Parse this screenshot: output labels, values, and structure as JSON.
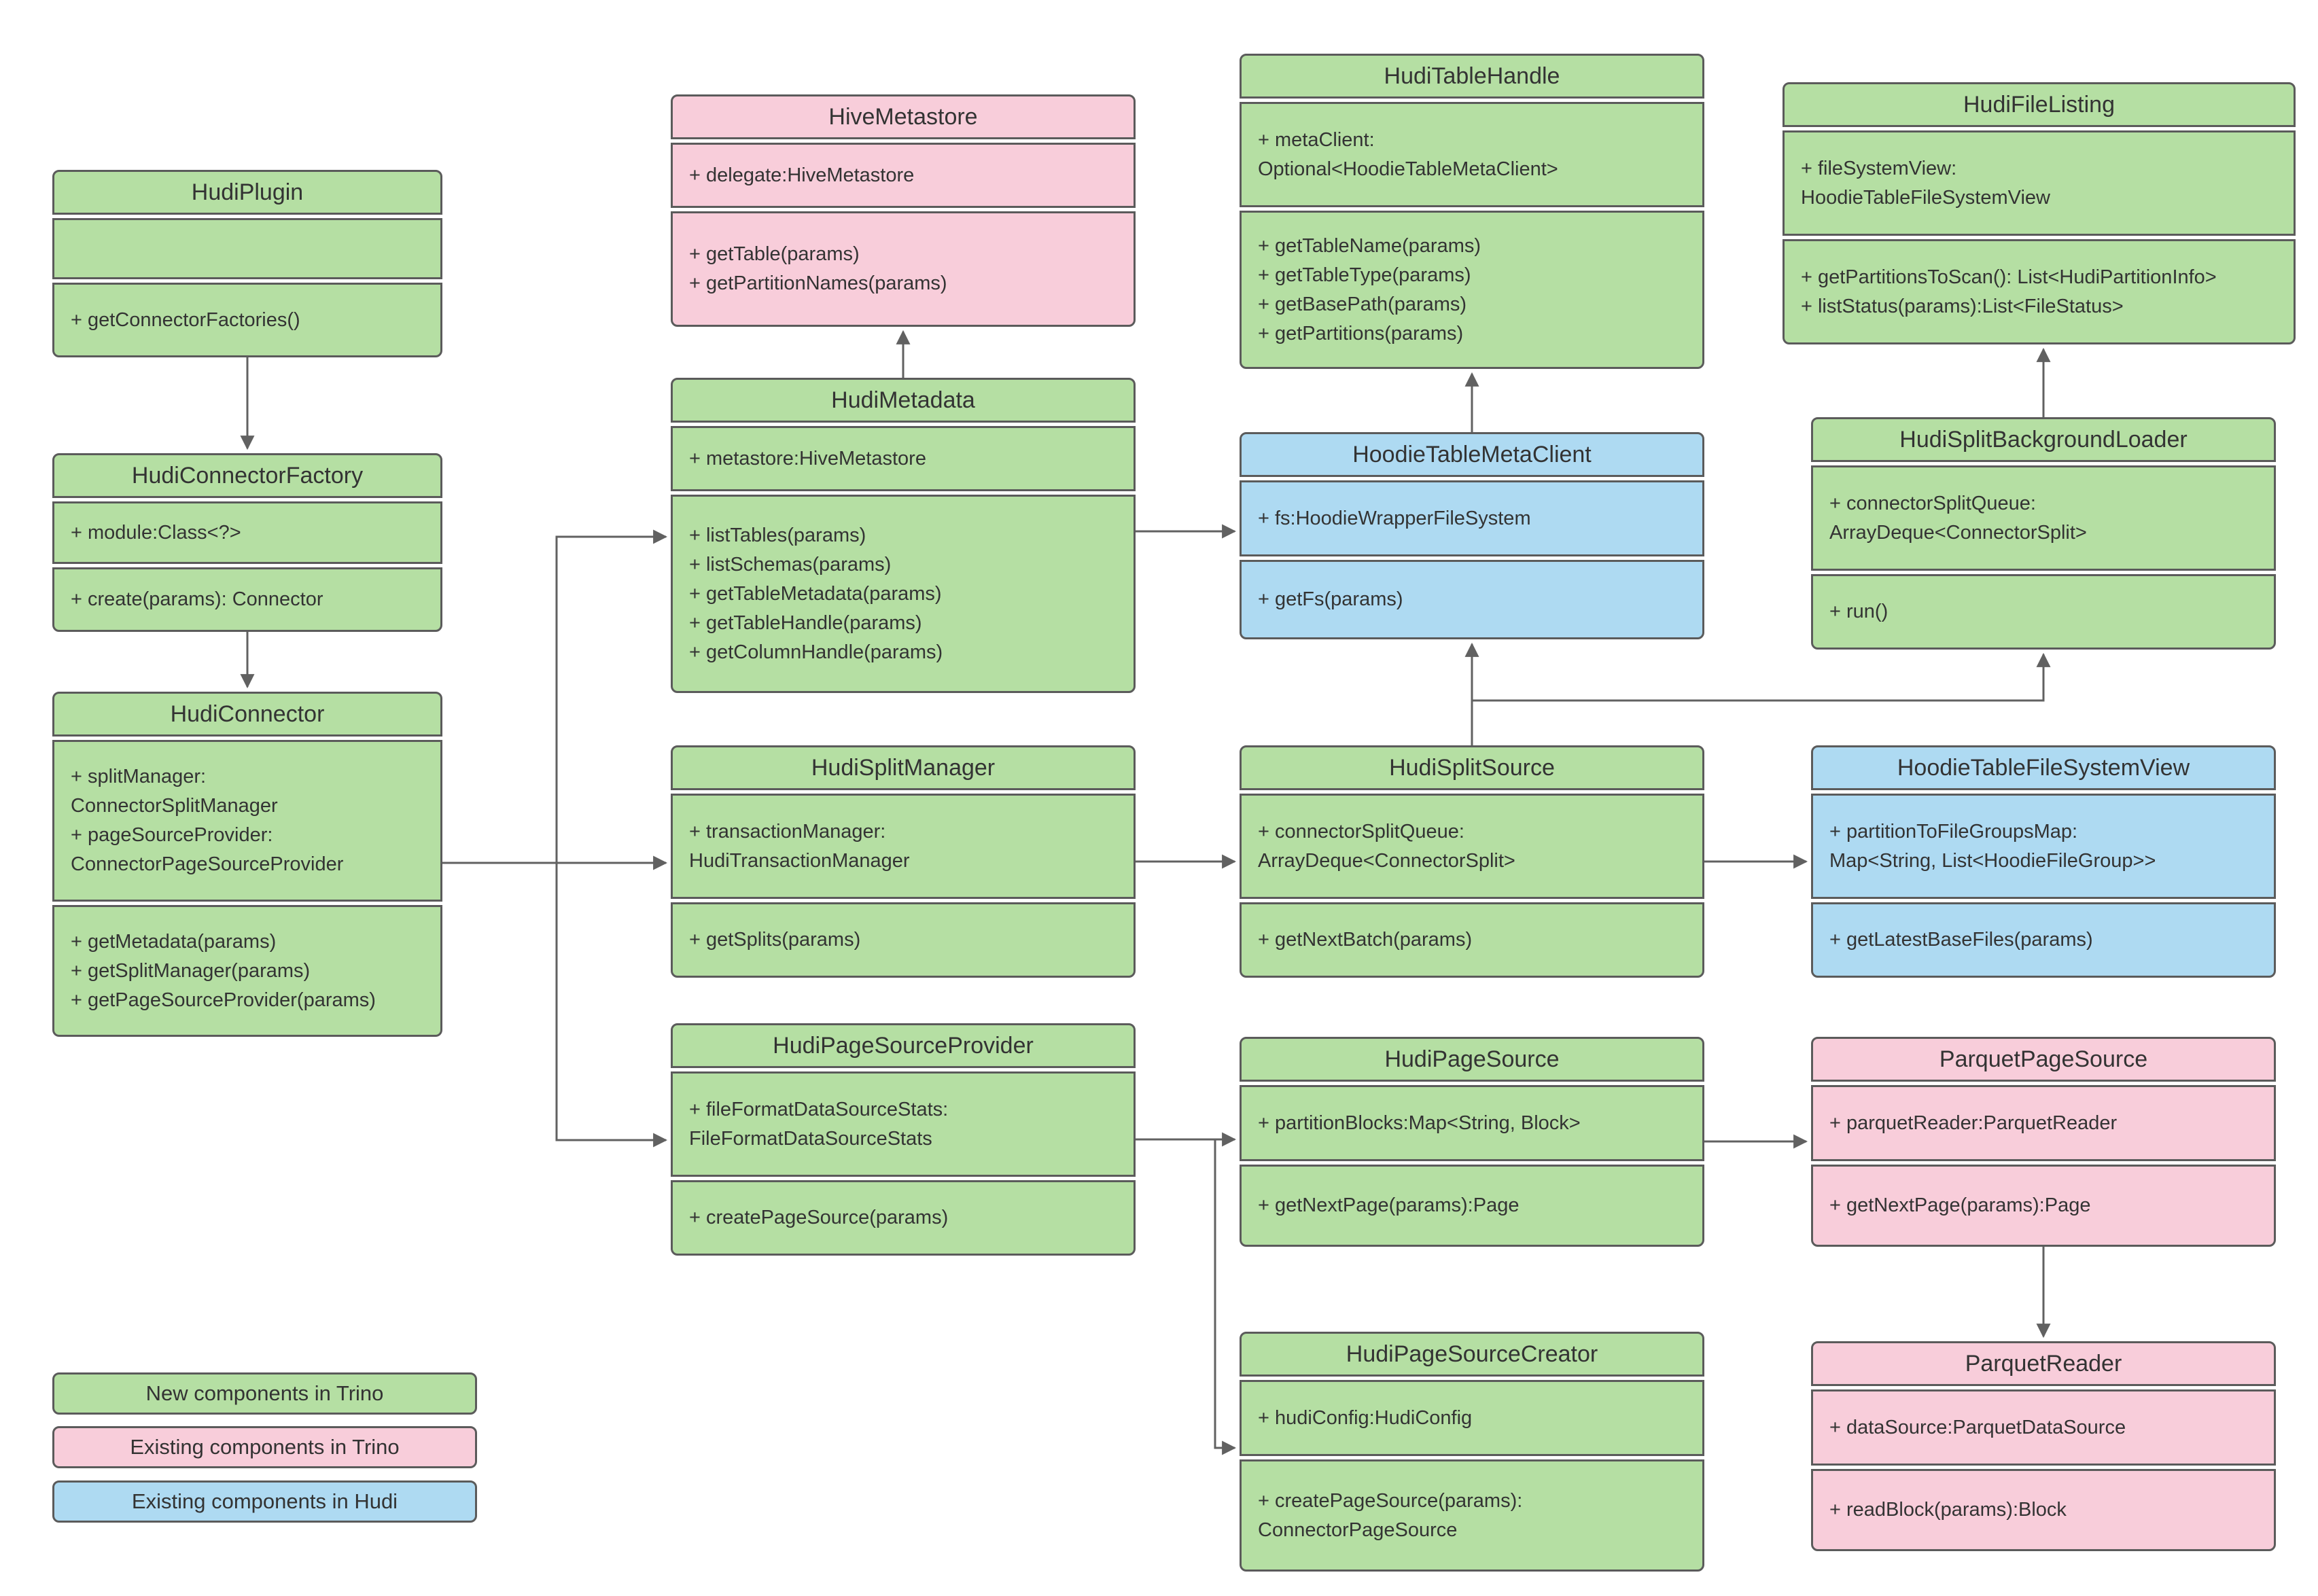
{
  "diagram": {
    "colors": {
      "new_trino_green": "#b5dfa3",
      "existing_trino_pink": "#f8cdda",
      "existing_hudi_blue": "#aedaf2",
      "border": "#5b5b5b",
      "arrow": "#616161",
      "text": "#333333",
      "background": "#ffffff"
    },
    "classes": [
      {
        "title": "HudiPlugin",
        "color": "green",
        "attrs": [],
        "methods": [
          "+ getConnectorFactories()"
        ]
      },
      {
        "title": "HudiConnectorFactory",
        "color": "green",
        "attrs": [
          "+ module:Class<?>"
        ],
        "methods": [
          "+ create(params): Connector"
        ]
      },
      {
        "title": "HudiConnector",
        "color": "green",
        "attrs": [
          "+ splitManager:",
          "ConnectorSplitManager",
          "+ pageSourceProvider:",
          "ConnectorPageSourceProvider"
        ],
        "methods": [
          "+ getMetadata(params)",
          "+ getSplitManager(params)",
          "+ getPageSourceProvider(params)"
        ]
      },
      {
        "title": "HiveMetastore",
        "color": "pink",
        "attrs": [
          "+ delegate:HiveMetastore"
        ],
        "methods": [
          "+ getTable(params)",
          "+ getPartitionNames(params)"
        ]
      },
      {
        "title": "HudiMetadata",
        "color": "green",
        "attrs": [
          "+ metastore:HiveMetastore"
        ],
        "methods": [
          "+ listTables(params)",
          "+ listSchemas(params)",
          "+ getTableMetadata(params)",
          "+ getTableHandle(params)",
          "+ getColumnHandle(params)"
        ]
      },
      {
        "title": "HudiTableHandle",
        "color": "green",
        "attrs": [
          "+ metaClient:",
          "Optional<HoodieTableMetaClient>"
        ],
        "methods": [
          "+ getTableName(params)",
          "+ getTableType(params)",
          "+ getBasePath(params)",
          "+ getPartitions(params)"
        ]
      },
      {
        "title": "HoodieTableMetaClient",
        "color": "blue",
        "attrs": [
          "+ fs:HoodieWrapperFileSystem"
        ],
        "methods": [
          "+ getFs(params)"
        ]
      },
      {
        "title": "HudiFileListing",
        "color": "green",
        "attrs": [
          "+ fileSystemView:",
          "HoodieTableFileSystemView"
        ],
        "methods": [
          "+ getPartitionsToScan(): List<HudiPartitionInfo>",
          "+ listStatus(params):List<FileStatus>"
        ]
      },
      {
        "title": "HudiSplitBackgroundLoader",
        "color": "green",
        "attrs": [
          "+ connectorSplitQueue:",
          "ArrayDeque<ConnectorSplit>"
        ],
        "methods": [
          "+ run()"
        ]
      },
      {
        "title": "HudiSplitManager",
        "color": "green",
        "attrs": [
          "+ transactionManager:",
          "HudiTransactionManager"
        ],
        "methods": [
          "+ getSplits(params)"
        ]
      },
      {
        "title": "HudiSplitSource",
        "color": "green",
        "attrs": [
          "+ connectorSplitQueue:",
          "ArrayDeque<ConnectorSplit>"
        ],
        "methods": [
          "+ getNextBatch(params)"
        ]
      },
      {
        "title": "HoodieTableFileSystemView",
        "color": "blue",
        "attrs": [
          "+ partitionToFileGroupsMap:",
          "Map<String, List<HoodieFileGroup>>"
        ],
        "methods": [
          "+ getLatestBaseFiles(params)"
        ]
      },
      {
        "title": "HudiPageSourceProvider",
        "color": "green",
        "attrs": [
          "+ fileFormatDataSourceStats:",
          "FileFormatDataSourceStats"
        ],
        "methods": [
          "+ createPageSource(params)"
        ]
      },
      {
        "title": "HudiPageSource",
        "color": "green",
        "attrs": [
          "+ partitionBlocks:Map<String, Block>"
        ],
        "methods": [
          "+ getNextPage(params):Page"
        ]
      },
      {
        "title": "ParquetPageSource",
        "color": "pink",
        "attrs": [
          "+ parquetReader:ParquetReader"
        ],
        "methods": [
          "+ getNextPage(params):Page"
        ]
      },
      {
        "title": "HudiPageSourceCreator",
        "color": "green",
        "attrs": [
          "+ hudiConfig:HudiConfig"
        ],
        "methods": [
          "+ createPageSource(params):",
          "ConnectorPageSource"
        ]
      },
      {
        "title": "ParquetReader",
        "color": "pink",
        "attrs": [
          "+ dataSource:ParquetDataSource"
        ],
        "methods": [
          "+ readBlock(params):Block"
        ]
      }
    ],
    "relationships": [
      {
        "from": "HudiPlugin",
        "to": "HudiConnectorFactory"
      },
      {
        "from": "HudiConnectorFactory",
        "to": "HudiConnector"
      },
      {
        "from": "HudiConnector",
        "to": "HudiMetadata"
      },
      {
        "from": "HudiConnector",
        "to": "HudiSplitManager"
      },
      {
        "from": "HudiConnector",
        "to": "HudiPageSourceProvider"
      },
      {
        "from": "HudiMetadata",
        "to": "HiveMetastore"
      },
      {
        "from": "HudiMetadata",
        "to": "HoodieTableMetaClient"
      },
      {
        "from": "HoodieTableMetaClient",
        "to": "HudiTableHandle"
      },
      {
        "from": "HudiSplitSource",
        "to": "HoodieTableMetaClient"
      },
      {
        "from": "HudiSplitSource",
        "to": "HudiSplitBackgroundLoader"
      },
      {
        "from": "HudiSplitBackgroundLoader",
        "to": "HudiFileListing"
      },
      {
        "from": "HudiSplitManager",
        "to": "HudiSplitSource"
      },
      {
        "from": "HudiSplitSource",
        "to": "HoodieTableFileSystemView"
      },
      {
        "from": "HudiPageSourceProvider",
        "to": "HudiPageSource"
      },
      {
        "from": "HudiPageSourceProvider",
        "to": "HudiPageSourceCreator"
      },
      {
        "from": "HudiPageSource",
        "to": "ParquetPageSource"
      },
      {
        "from": "ParquetPageSource",
        "to": "ParquetReader"
      }
    ],
    "legend": [
      {
        "label": "New components in Trino",
        "color": "green"
      },
      {
        "label": "Existing components in Trino",
        "color": "pink"
      },
      {
        "label": "Existing components in Hudi",
        "color": "blue"
      }
    ]
  }
}
